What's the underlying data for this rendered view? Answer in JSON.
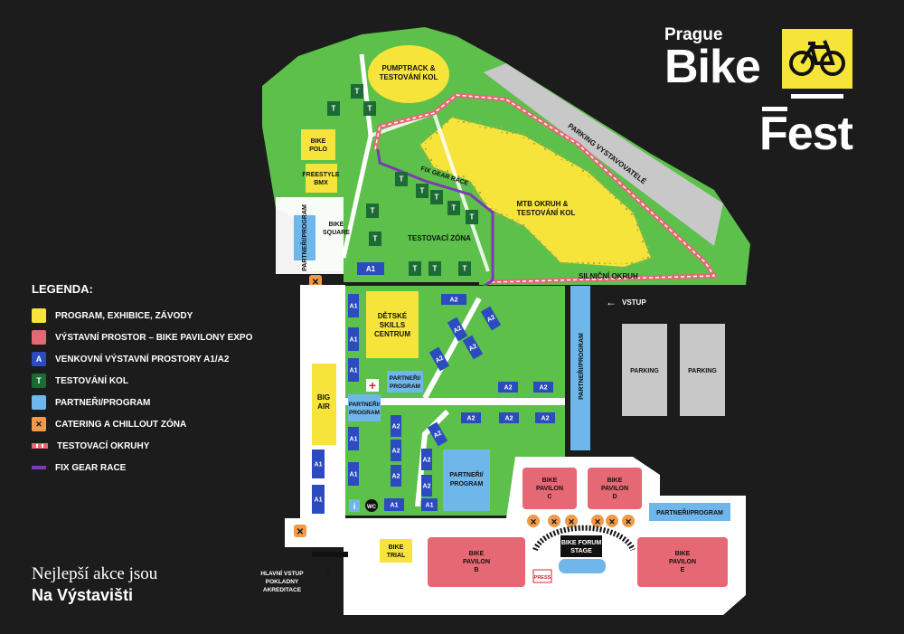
{
  "logo": {
    "line1": "Prague",
    "line2": "Bike",
    "line3": "Fest"
  },
  "legend": {
    "title": "LEGENDA:",
    "items": [
      {
        "label": "PROGRAM, EXHIBICE, ZÁVODY",
        "color": "#f6e43a",
        "mark": ""
      },
      {
        "label": "VÝSTAVNÍ PROSTOR – BIKE PAVILONY EXPO",
        "color": "#e66874",
        "mark": ""
      },
      {
        "label": "VENKOVNÍ VÝSTAVNÍ PROSTORY A1/A2",
        "color": "#2b4bbf",
        "mark": "A"
      },
      {
        "label": "TESTOVÁNÍ KOL",
        "color": "#1d6b34",
        "mark": "T"
      },
      {
        "label": "PARTNEŘI/PROGRAM",
        "color": "#6fb6ea",
        "mark": ""
      },
      {
        "label": "CATERING A CHILLOUT ZÓNA",
        "color": "#ef9a4a",
        "mark": "✕"
      },
      {
        "label": "TESTOVACÍ OKRUHY",
        "line": "dashed-red"
      },
      {
        "label": "FIX GEAR RACE",
        "line": "purple"
      }
    ]
  },
  "slogan": {
    "line1": "Nejlepší akce jsou",
    "line2": "Na Výstavišti"
  },
  "colors": {
    "green": "#5cc04a",
    "yellow": "#f6e43a",
    "red": "#e66874",
    "blue": "#2b4bbf",
    "dark_green": "#1d6b34",
    "light_blue": "#6fb6ea",
    "orange": "#ef9a4a",
    "grey": "#c8c8c8",
    "white": "#ffffff",
    "background": "#1c1c1c"
  },
  "map": {
    "pumptrack": [
      "PUMPTRACK &",
      "TESTOVÁNÍ KOL"
    ],
    "parking_vystavovatele": "PARKING VYSTAVOVATELÉ",
    "bike_polo": [
      "BIKE",
      "POLO"
    ],
    "freestyle_bmx": [
      "FREESTYLE",
      "BMX"
    ],
    "fix_gear_race": "FIX GEAR RACE",
    "mtb_okruh": [
      "MTB OKRUH &",
      "TESTOVÁNÍ KOL"
    ],
    "testovaci_zona": "TESTOVACÍ ZÓNA",
    "bike_square": [
      "BIKE",
      "SQUARE"
    ],
    "partneri_program": "PARTNEŘI/PROGRAM",
    "partneri_program_2": [
      "PARTNEŘI/",
      "PROGRAM"
    ],
    "silnicni_okruh": "SILNIČNÍ OKRUH",
    "vstup": "VSTUP",
    "parking": "PARKING",
    "detske_skills": [
      "DĚTSKÉ",
      "SKILLS",
      "CENTRUM"
    ],
    "big_air": [
      "BIG",
      "AIR"
    ],
    "bike_pavilon_c": [
      "BIKE",
      "PAVILON",
      "C"
    ],
    "bike_pavilon_d": [
      "BIKE",
      "PAVILON",
      "D"
    ],
    "bike_pavilon_b": [
      "BIKE",
      "PAVILON",
      "B"
    ],
    "bike_pavilon_e": [
      "BIKE",
      "PAVILON",
      "E"
    ],
    "bike_forum_stage": [
      "BIKE FORUM",
      "STAGE"
    ],
    "press": "PRESS",
    "bike_trial": [
      "BIKE",
      "TRIAL"
    ],
    "wc": "WC",
    "info": "i",
    "hlavni_vstup": [
      "HLAVNÍ VSTUP",
      "POKLADNY",
      "AKREDITACE"
    ],
    "a1": "A1",
    "a2": "A2",
    "t": "T"
  }
}
